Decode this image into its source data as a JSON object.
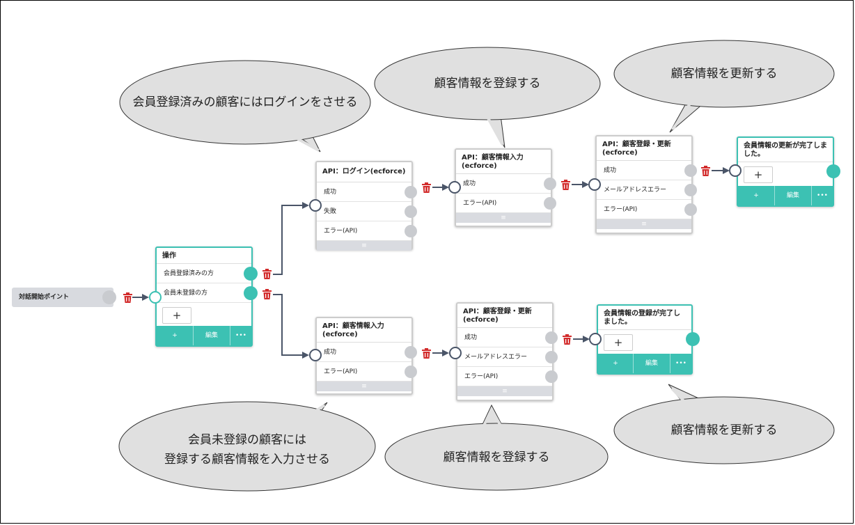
{
  "callouts": {
    "login": "会員登録済みの顧客にはログインをさせる",
    "register_top": "顧客情報を登録する",
    "update_top": "顧客情報を更新する",
    "input_line1": "会員未登録の顧客には",
    "input_line2": "登録する顧客情報を入力させる",
    "register_bottom": "顧客情報を登録する",
    "update_bottom": "顧客情報を更新する"
  },
  "start_point": {
    "label": "対話開始ポイント"
  },
  "operation": {
    "title": "操作",
    "options": [
      "会員登録済みの方",
      "会員未登録の方"
    ],
    "add": "+",
    "footer": [
      "+",
      "編集",
      "•••"
    ]
  },
  "api_login": {
    "title": "API：ログイン(ecforce)",
    "outputs": [
      "成功",
      "失敗",
      "エラー(API)"
    ],
    "footer": "≡"
  },
  "api_input_top": {
    "title": "API：顧客情報入力(ecforce)",
    "outputs": [
      "成功",
      "エラー(API)"
    ],
    "footer": "≡"
  },
  "api_update_top": {
    "title": "API：顧客登録・更新(ecforce)",
    "outputs": [
      "成功",
      "メールアドレスエラー",
      "エラー(API)"
    ],
    "footer": "≡"
  },
  "msg_updated": {
    "title": "会員情報の更新が完了しました。",
    "add": "+",
    "footer": [
      "+",
      "編集",
      "•••"
    ]
  },
  "api_input_bottom": {
    "title": "API：顧客情報入力(ecforce)",
    "outputs": [
      "成功",
      "エラー(API)"
    ],
    "footer": "≡"
  },
  "api_update_bottom": {
    "title": "API：顧客登録・更新(ecforce)",
    "outputs": [
      "成功",
      "メールアドレスエラー",
      "エラー(API)"
    ],
    "footer": "≡"
  },
  "msg_registered": {
    "title": "会員情報の登録が完了しました。",
    "add": "+",
    "footer": [
      "+",
      "編集",
      "•••"
    ]
  },
  "colors": {
    "accent": "#3cc1b3",
    "connector": "#4a5568",
    "delete": "#d22b2b",
    "bubble": "#e0e0e0"
  }
}
